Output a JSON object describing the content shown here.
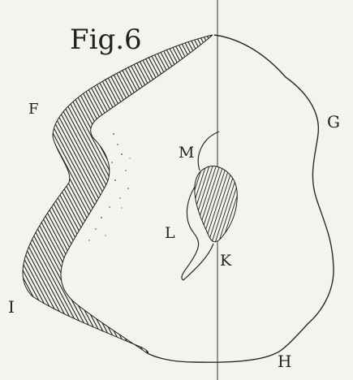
{
  "figure": {
    "title": "Fig.6",
    "labels": {
      "F": "F",
      "G": "G",
      "M": "M",
      "L": "L",
      "K": "K",
      "I": "I",
      "H": "H"
    }
  }
}
